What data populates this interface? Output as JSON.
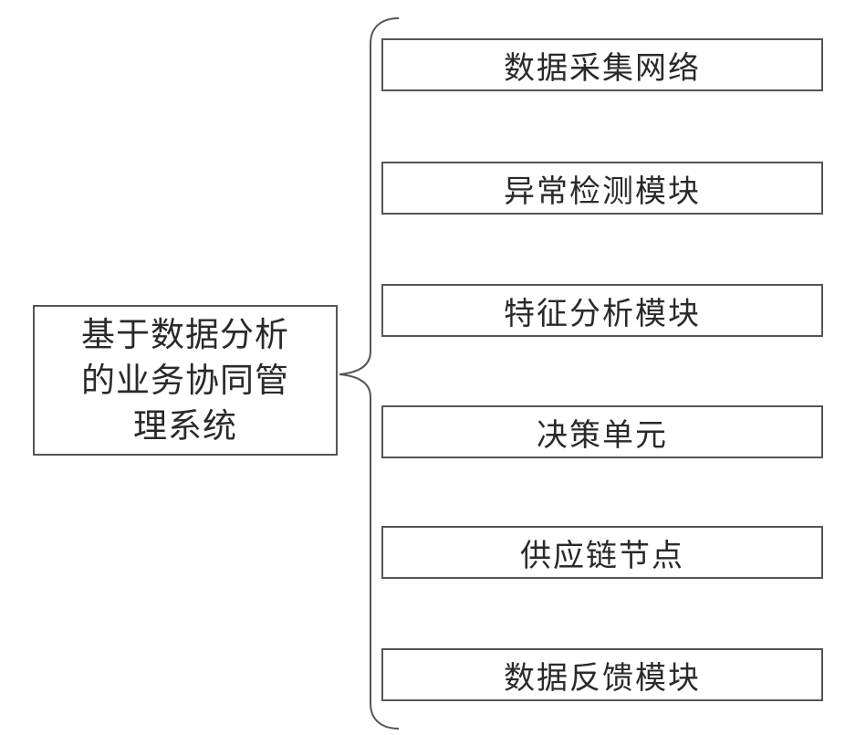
{
  "root": {
    "label": "基于数据分析\n的业务协同管\n理系统"
  },
  "children": [
    {
      "label": "数据采集网络"
    },
    {
      "label": "异常检测模块"
    },
    {
      "label": "特征分析模块"
    },
    {
      "label": "决策单元"
    },
    {
      "label": "供应链节点"
    },
    {
      "label": "数据反馈模块"
    }
  ]
}
